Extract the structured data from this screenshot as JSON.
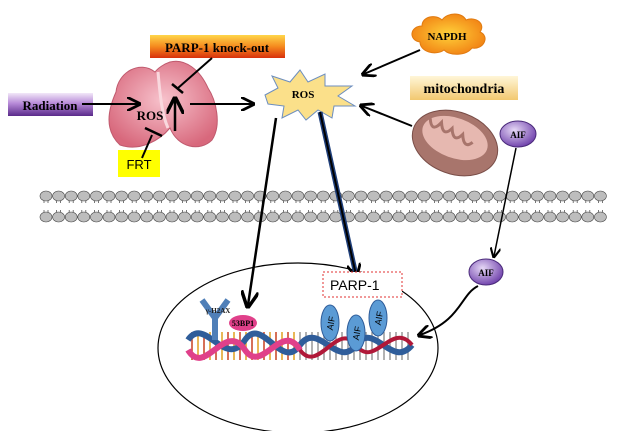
{
  "labels": {
    "parp_knockout": "PARP-1 knock-out",
    "radiation": "Radiation",
    "ros_tissue": "ROS",
    "frt": "FRT",
    "ros_star": "ROS",
    "napdh": "NAPDH",
    "mitochondria": "mitochondria",
    "aif_mito": "AIF",
    "aif_cytosol": "AIF",
    "parp1_nucleus": "PARP-1",
    "h2ax": "γ-H2AX",
    "bp53": "53BP1",
    "aif_dna_1": "AIF",
    "aif_dna_2": "AIF",
    "aif_dna_3": "AIF"
  },
  "colors": {
    "radiation_box": "#7b3fa8",
    "knockout_box": "#e84a10",
    "frt_box": "#ffff00",
    "ros_star": "#fbe08a",
    "tissue": "#e88a9a",
    "mitochondrion": "#a8756c",
    "aif": "#8a5cc0",
    "membrane": "#bdbdbd",
    "parp_box_border": "#e03030"
  }
}
